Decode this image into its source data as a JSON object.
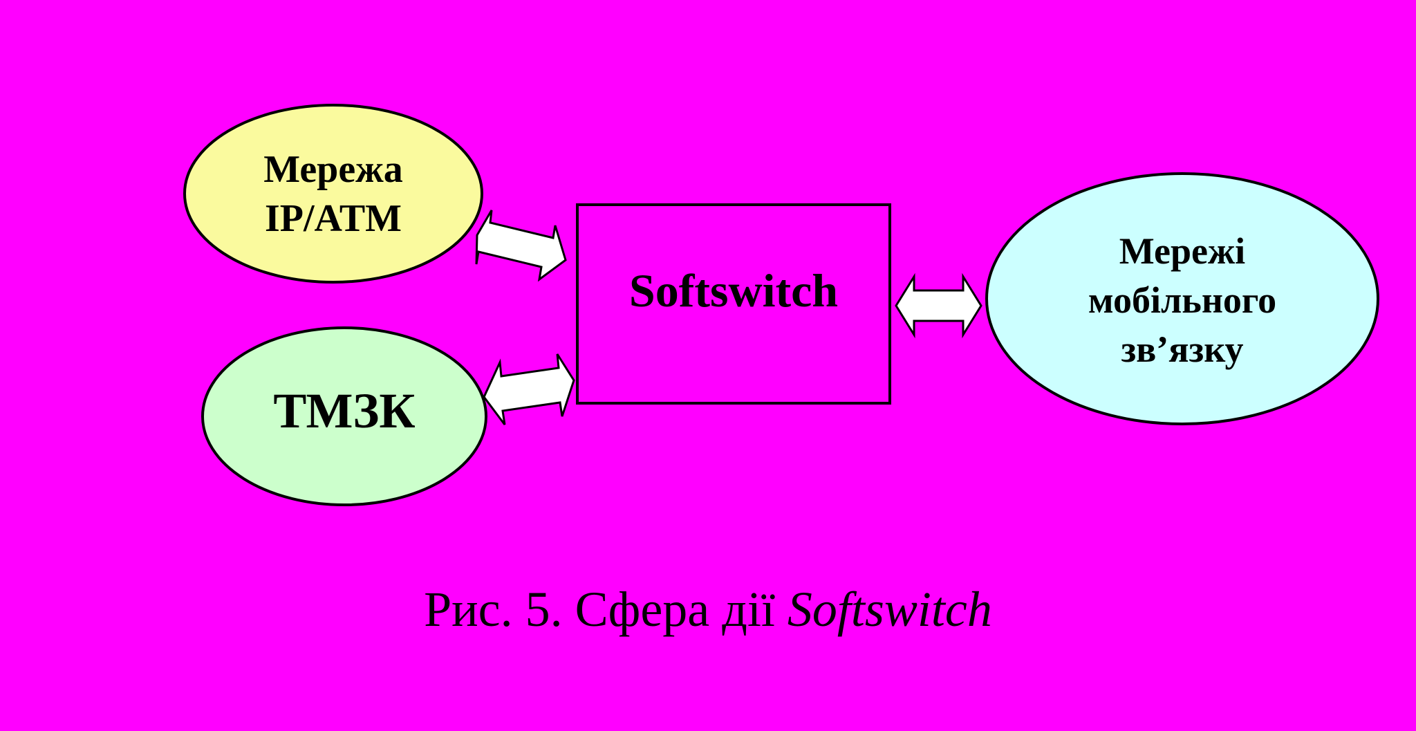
{
  "background_color": "#FF00FF",
  "nodes": {
    "ip_atm": {
      "lines": [
        "Мережа",
        "IP/ATM"
      ],
      "fill": "#FAFA9E"
    },
    "tmzk": {
      "lines": [
        "ТМЗК"
      ],
      "fill": "#CCFFCC"
    },
    "softswitch": {
      "lines": [
        "Softswitch"
      ],
      "fill": "#FF00FF"
    },
    "mobile": {
      "lines": [
        "Мережі",
        "мобільного",
        "зв’язку"
      ],
      "fill": "#CCFFFF"
    }
  },
  "arrow_color": "#FFFFFF",
  "caption": {
    "prefix": "Рис. 5. Сфера дії ",
    "italic": "Softswitch"
  }
}
